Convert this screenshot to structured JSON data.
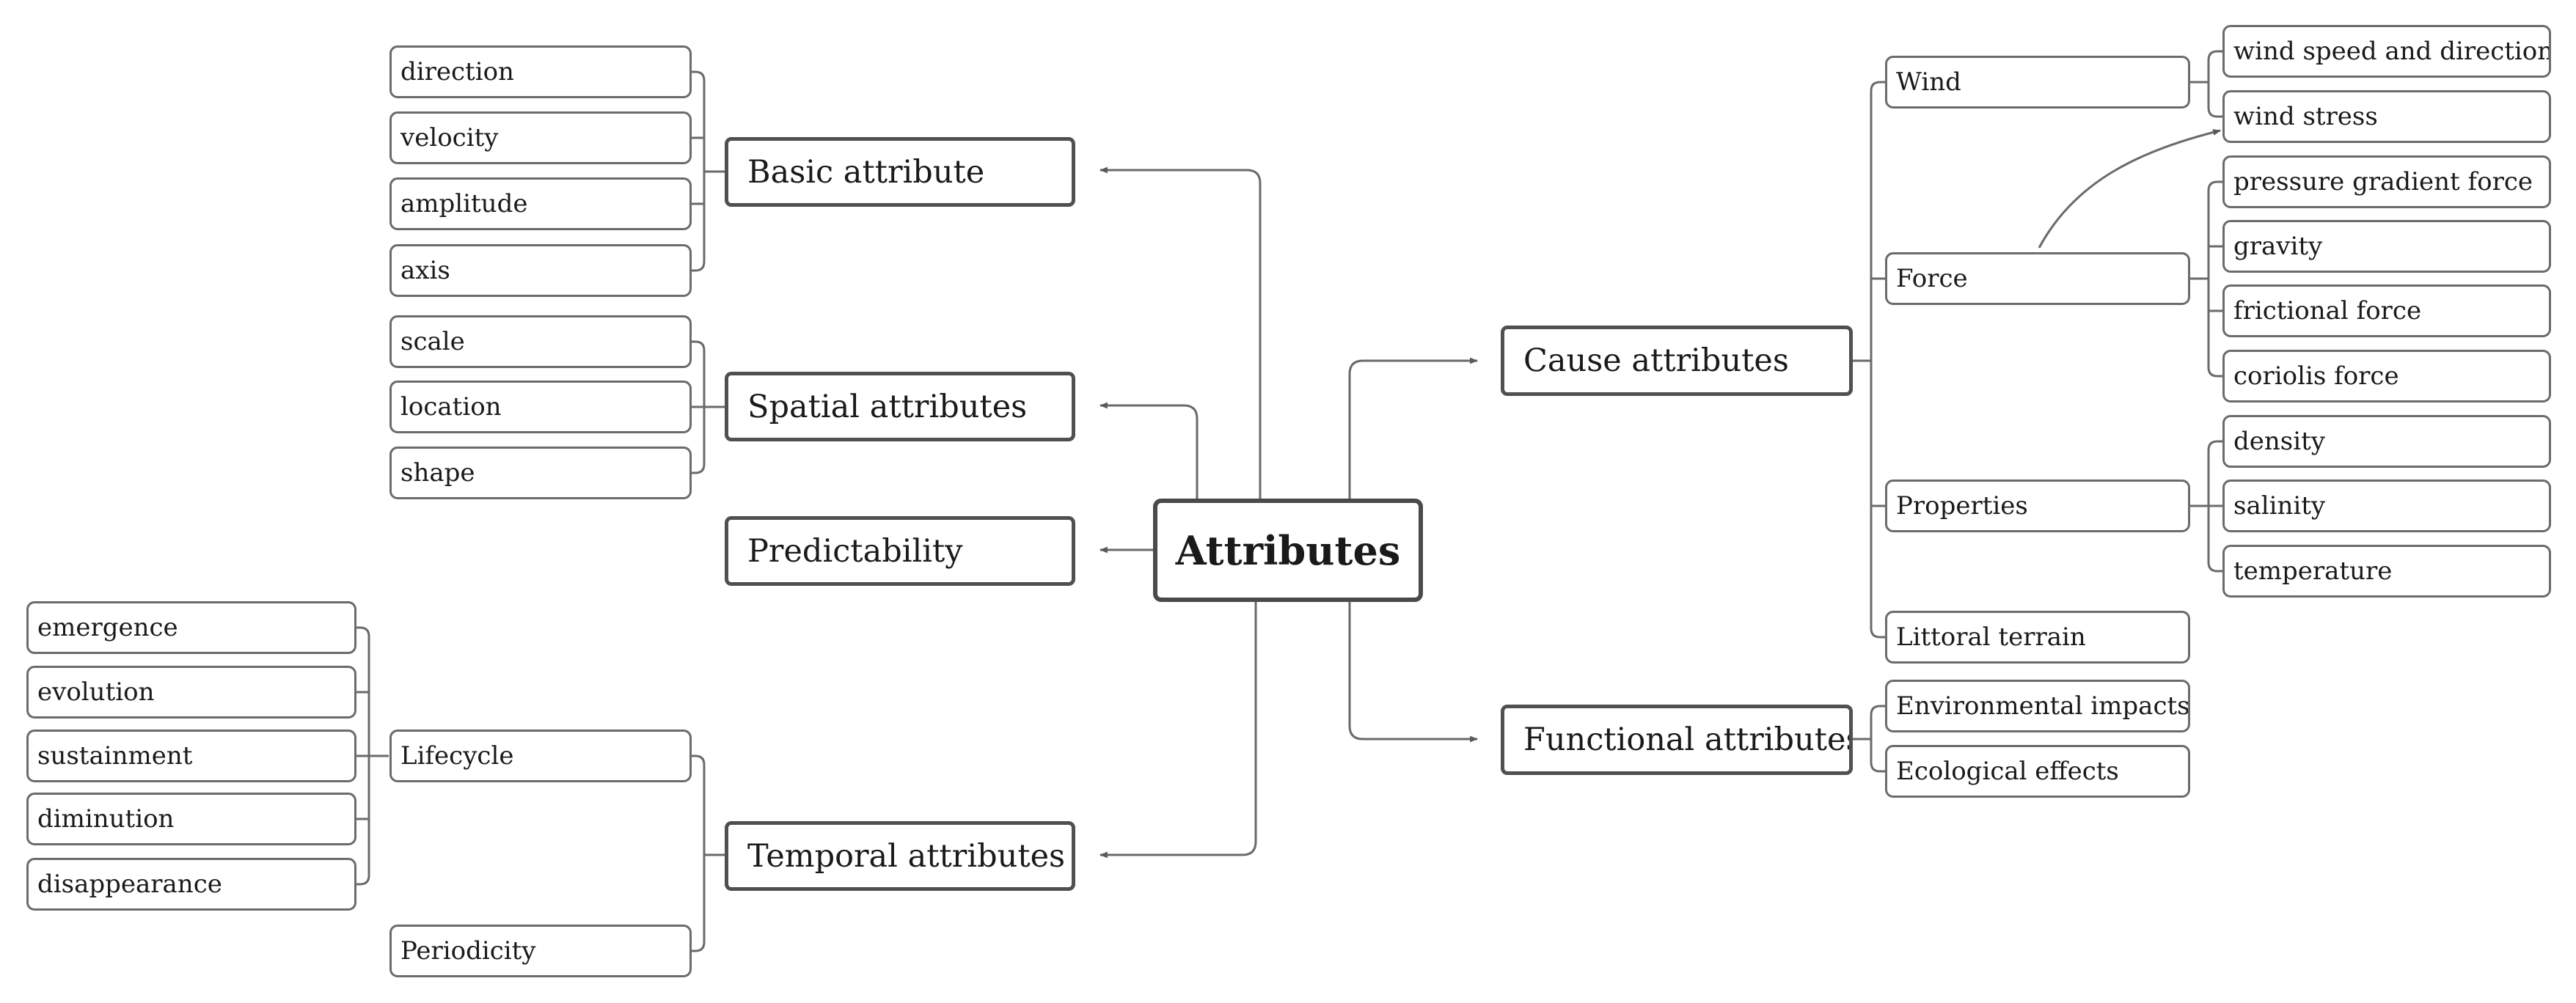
{
  "root": "Attributes",
  "categories": {
    "basic": "Basic attribute",
    "spatial": "Spatial attributes",
    "predictability": "Predictability",
    "temporal": "Temporal attributes",
    "cause": "Cause attributes",
    "functional": "Functional attributes"
  },
  "basic_items": [
    "direction",
    "velocity",
    "amplitude",
    "axis"
  ],
  "spatial_items": [
    "scale",
    "location",
    "shape"
  ],
  "temporal": {
    "lifecycle": "Lifecycle",
    "periodicity": "Periodicity",
    "lifecycle_items": [
      "emergence",
      "evolution",
      "sustainment",
      "diminution",
      "disappearance"
    ]
  },
  "cause": {
    "wind": "Wind",
    "wind_items": [
      "wind speed and direction",
      "wind stress"
    ],
    "force": "Force",
    "force_items": [
      "pressure gradient force",
      "gravity",
      "frictional force",
      "coriolis force"
    ],
    "properties": "Properties",
    "properties_items": [
      "density",
      "salinity",
      "temperature"
    ],
    "terrain": "Littoral terrain"
  },
  "functional_items": [
    "Environmental impacts",
    "Ecological effects"
  ],
  "colors": {
    "line": "#5a5a5a",
    "border": "#505050",
    "text": "#1a1a1a"
  }
}
